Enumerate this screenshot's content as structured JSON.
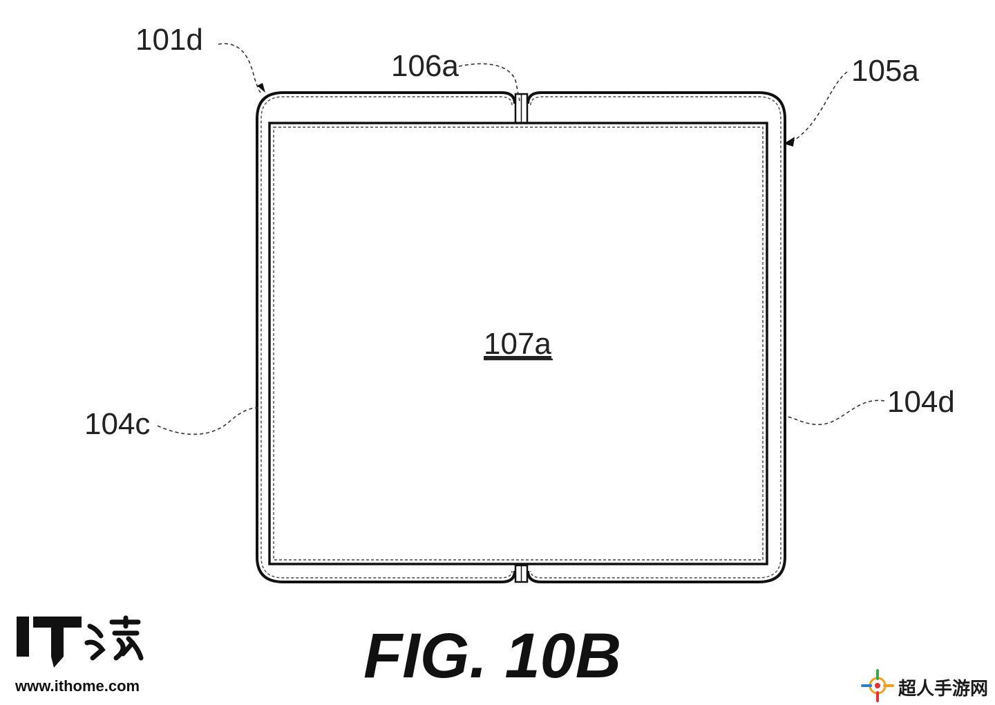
{
  "figure": {
    "title": "FIG. 10B"
  },
  "labels": {
    "device": "101d",
    "hinge": "106a",
    "housing": "105a",
    "display": "107a",
    "left_edge": "104c",
    "right_edge": "104d"
  },
  "watermarks": {
    "ithome_logo_text": "IT之家",
    "ithome_url": "www.ithome.com",
    "site_logo_text": "超人手游网"
  },
  "colors": {
    "line": "#111111",
    "ithome_black": "#111111"
  }
}
